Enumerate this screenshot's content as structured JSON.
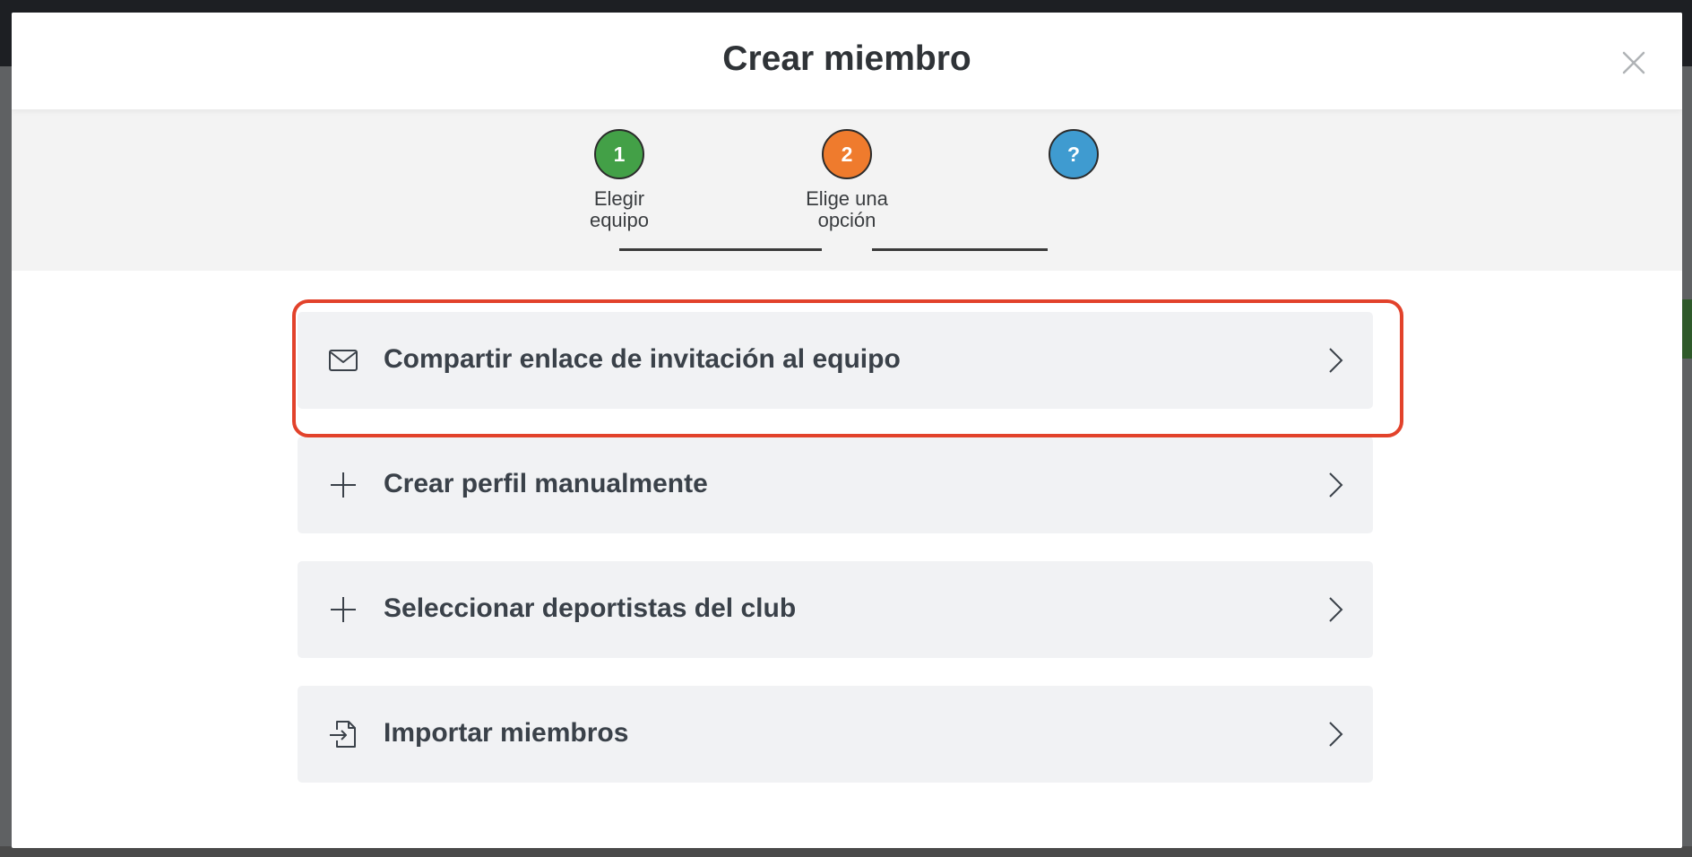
{
  "modal": {
    "title": "Crear miembro",
    "close_icon": "close-icon"
  },
  "stepper": {
    "steps": [
      {
        "number": "1",
        "label": "Elegir equipo",
        "color": "#43a047"
      },
      {
        "number": "2",
        "label": "Elige una opción",
        "color": "#ef7b2d"
      },
      {
        "number": "?",
        "label": "",
        "color": "#3f9bd0"
      }
    ]
  },
  "options": [
    {
      "label": "Compartir enlace de invitación al equipo",
      "icon": "envelope-icon",
      "highlighted": true
    },
    {
      "label": "Crear perfil manualmente",
      "icon": "plus-icon"
    },
    {
      "label": "Seleccionar deportistas del club",
      "icon": "plus-icon"
    },
    {
      "label": "Importar miembros",
      "icon": "import-file-icon"
    }
  ],
  "colors": {
    "highlight": "#e2422b",
    "option_bg": "#f1f2f4",
    "stepper_bg": "#f3f3f3"
  }
}
